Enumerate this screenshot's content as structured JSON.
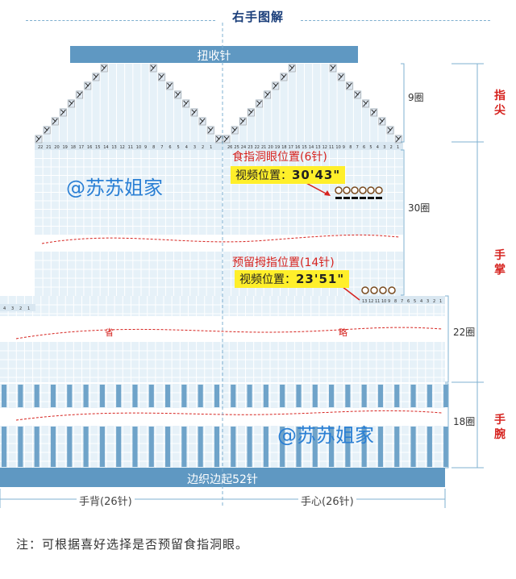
{
  "title": "右手图解",
  "top_bar_label": "扭收针",
  "bottom_bar_label": "边织边起52针",
  "sections": {
    "fingertip": "指尖",
    "palm": "手掌",
    "wrist": "手腕"
  },
  "round_counts": {
    "fingertip": "9圈",
    "palm_upper": "30圈",
    "palm_lower": "22圈",
    "wrist": "18圈"
  },
  "index_hole_label": "食指洞眼位置(6针)",
  "index_hole_video": {
    "prefix": "视频位置：",
    "time": "30'43\""
  },
  "thumb_label": "预留拇指位置(14针)",
  "thumb_video": {
    "prefix": "视频位置：",
    "time": "23'51\""
  },
  "decrease_labels": [
    "省",
    "略"
  ],
  "watermark": "@苏苏姐家",
  "back_label": "手背(26针)",
  "palm_side_label": "手心(26针)",
  "note": "注：可根据喜好选择是否预留食指洞眼。",
  "stitch_numbers_left": [
    "22",
    "21",
    "20",
    "19",
    "18",
    "17",
    "16",
    "15",
    "14",
    "13",
    "12",
    "11",
    "10",
    "9",
    "8",
    "7",
    "6",
    "5",
    "4",
    "3",
    "2",
    "1"
  ],
  "stitch_numbers_right": [
    "26",
    "25",
    "24",
    "23",
    "22",
    "21",
    "20",
    "19",
    "18",
    "17",
    "16",
    "15",
    "14",
    "13",
    "12",
    "11",
    "10",
    "9",
    "8",
    "7",
    "6",
    "5",
    "4",
    "3",
    "2",
    "1"
  ],
  "thumb_numbers": [
    "13",
    "12",
    "11",
    "10",
    "9",
    "8",
    "7",
    "6",
    "5",
    "4",
    "3",
    "2",
    "1"
  ],
  "small_numbers": [
    "4",
    "3",
    "2",
    "1"
  ],
  "colors": {
    "cell": "#e6f1f8",
    "grid": "#ffffff",
    "rib": "#6fa3c9",
    "bar": "#5f98c2",
    "accent_red": "#d6231f",
    "title_blue": "#1a3e7a",
    "watermark": "#2a7fd4"
  }
}
